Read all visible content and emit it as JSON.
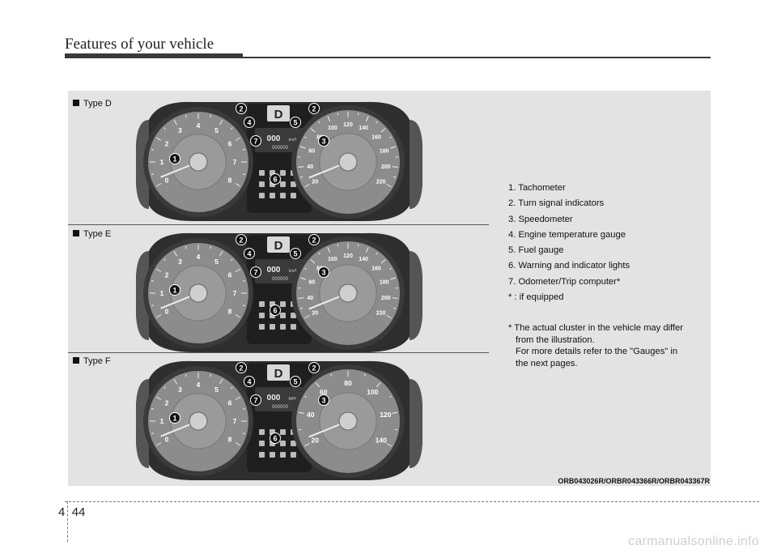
{
  "header": {
    "title": "Features of your vehicle"
  },
  "clusters": [
    {
      "label": "Type D",
      "kmh": true,
      "unit": "km/h",
      "speed_ticks": [
        "20",
        "40",
        "60",
        "80",
        "100",
        "120",
        "140",
        "160",
        "180",
        "200",
        "220"
      ]
    },
    {
      "label": "Type E",
      "kmh": true,
      "unit": "km/h",
      "speed_ticks": [
        "20",
        "40",
        "60",
        "80",
        "100",
        "120",
        "140",
        "160",
        "180",
        "200",
        "220"
      ]
    },
    {
      "label": "Type F",
      "kmh": false,
      "unit": "MPH",
      "speed_ticks": [
        "20",
        "40",
        "60",
        "80",
        "100",
        "120",
        "140"
      ]
    }
  ],
  "cluster_text": {
    "digital_speed": "000",
    "odometer": "000000",
    "gear": "D",
    "tach_ticks": [
      "0",
      "1",
      "2",
      "3",
      "4",
      "5",
      "6",
      "7",
      "8"
    ]
  },
  "legend": {
    "items": [
      "1. Tachometer",
      "2. Turn signal indicators",
      "3. Speedometer",
      "4. Engine temperature gauge",
      "5. Fuel gauge",
      "6. Warning and indicator lights",
      "7.  Odometer/Trip computer*",
      "* : if equipped"
    ],
    "note_line1": "* The actual cluster in the vehicle may differ",
    "note_line2": "from the illustration.",
    "note_line3": "For more details refer to the \"Gauges\" in",
    "note_line4": "the next pages."
  },
  "figure_code": "ORB043026R/ORBR043366R/ORBR043367R",
  "footer": {
    "chapter": "4",
    "page": "44"
  },
  "watermark": "carmanualsonline.info",
  "colors": {
    "panel": "#e3e3e3",
    "cluster_body": "#2e2e2e",
    "badge": "#1a1a1a",
    "gauge_face": "#8a8a8a"
  }
}
